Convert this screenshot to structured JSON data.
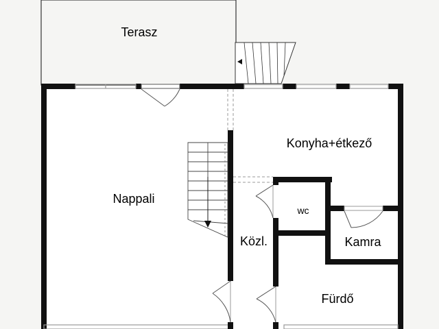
{
  "rooms": {
    "terrace": "Terasz",
    "kitchen_dining": "Konyha+étkező",
    "living_room": "Nappali",
    "wc": "wc",
    "pantry": "Kamra",
    "hallway": "Közl.",
    "bathroom": "Fürdő"
  },
  "colors": {
    "background": "#ffffff",
    "outside": "#f5f5f3",
    "wall": "#111111",
    "thin_line": "#333333",
    "window": "#9a9a9a"
  }
}
